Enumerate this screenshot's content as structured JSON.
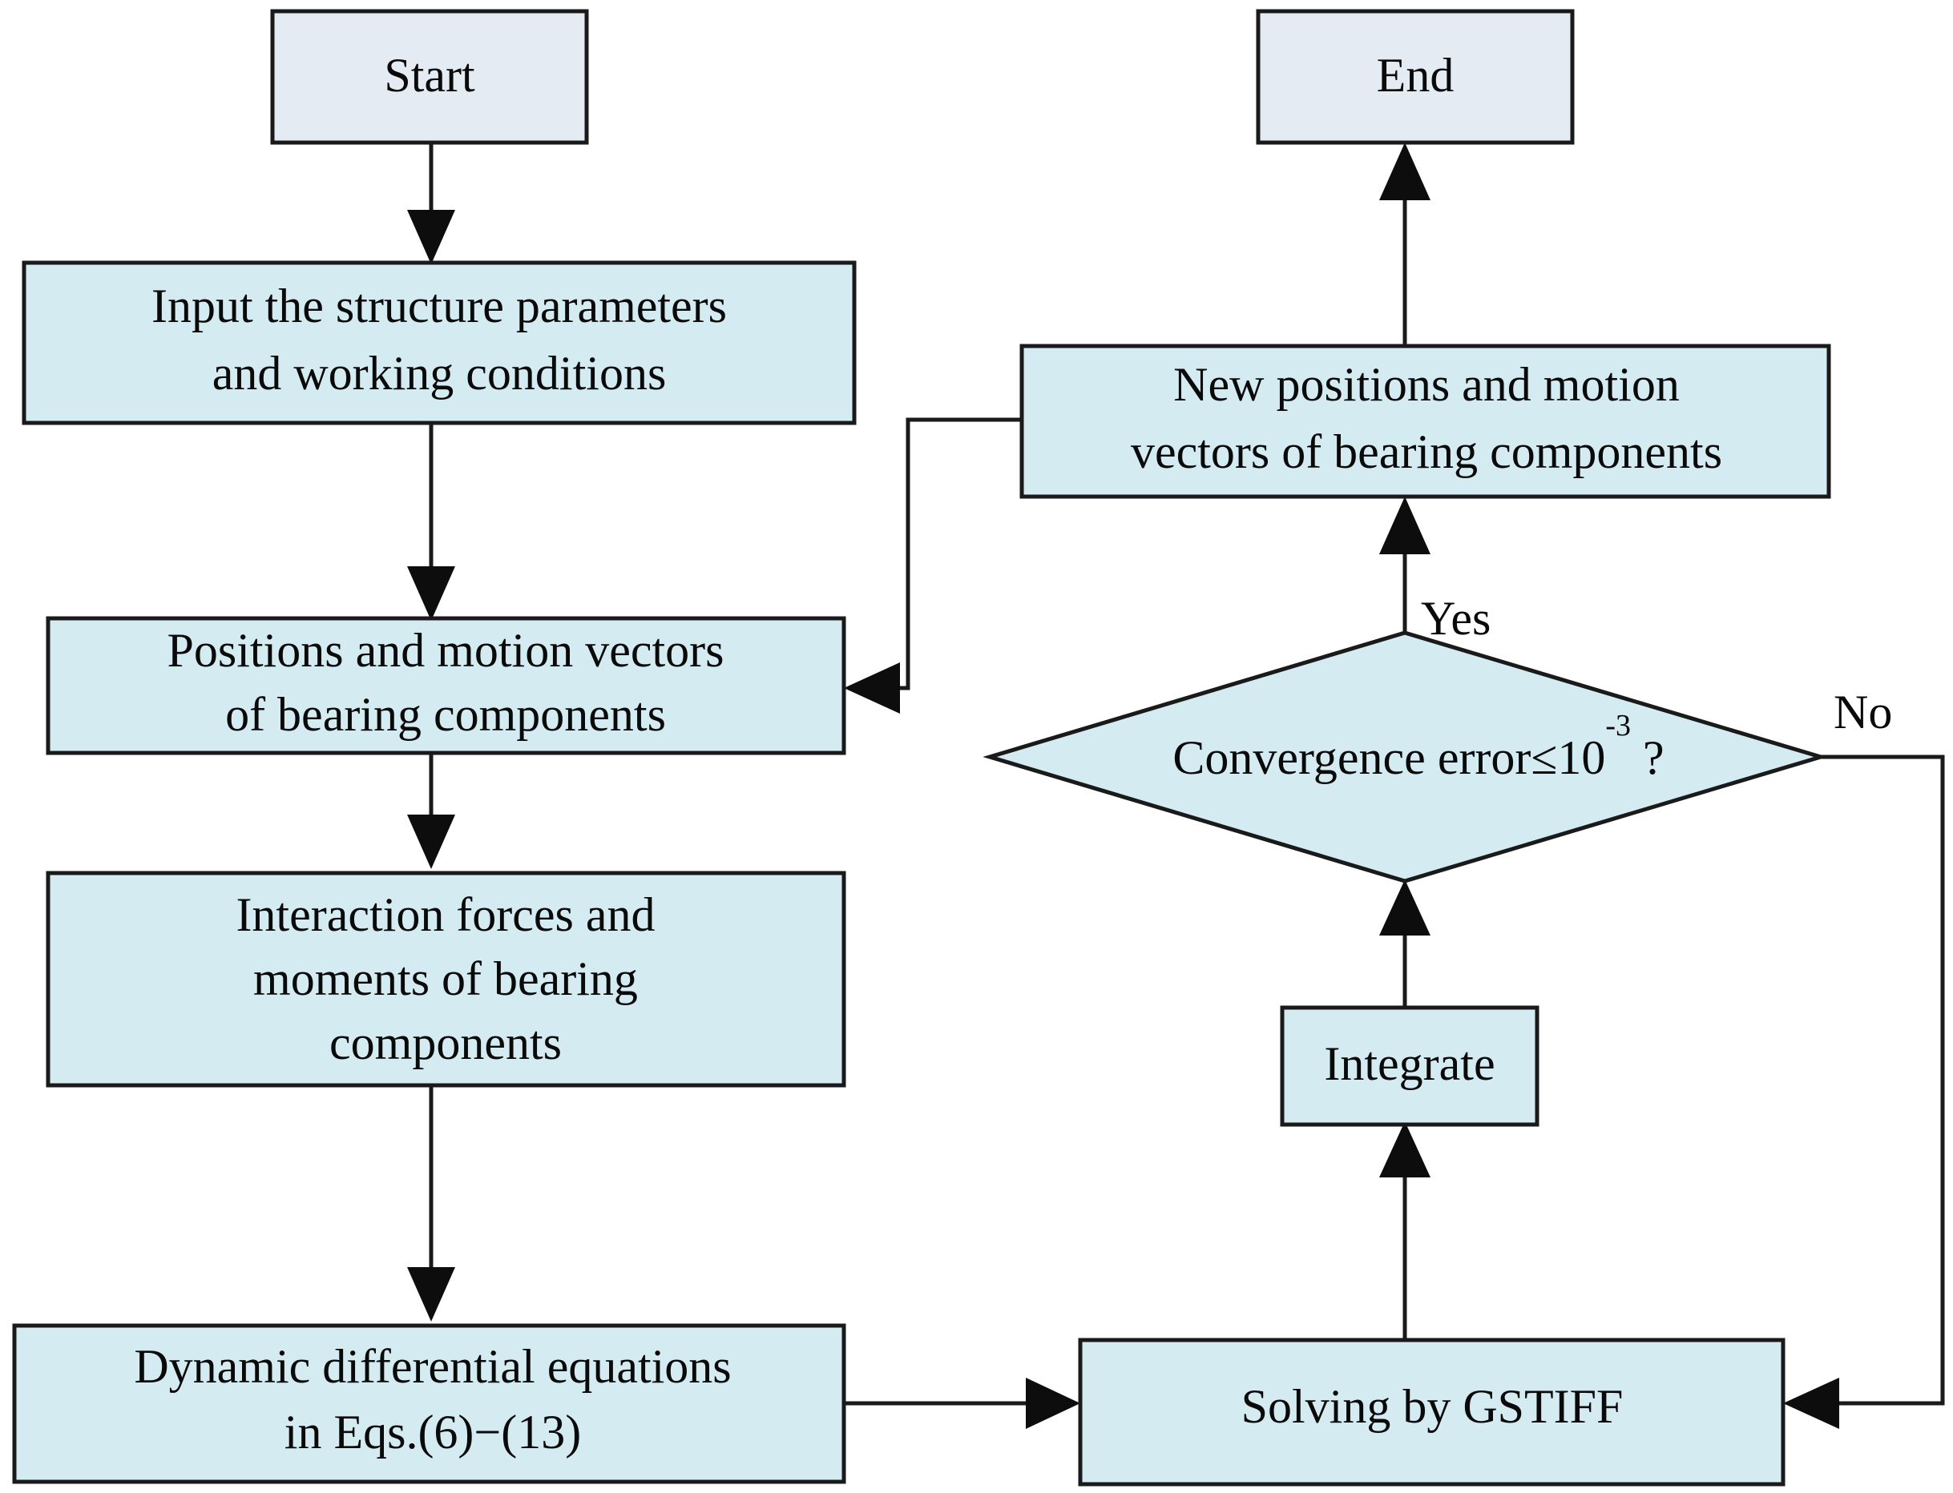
{
  "diagram": {
    "title": "Bearing dynamics simulation flowchart",
    "type": "flowchart",
    "colors": {
      "node_fill": "#d4ebf1",
      "start_fill": "#e5ebf3",
      "stroke": "#1a1a1a",
      "text": "#0a0a0a",
      "background": "#ffffff"
    },
    "nodes": [
      {
        "id": "start",
        "shape": "rectangle",
        "label": "Start",
        "lines": [
          "Start"
        ]
      },
      {
        "id": "input-parameters",
        "shape": "rectangle",
        "label": "Input the structure parameters and working conditions",
        "lines": [
          "Input the structure parameters",
          "and working conditions"
        ]
      },
      {
        "id": "positions-motion-vectors",
        "shape": "rectangle",
        "label": "Positions and motion vectors of bearing components",
        "lines": [
          "Positions and motion vectors",
          "of bearing components"
        ]
      },
      {
        "id": "interaction-forces",
        "shape": "rectangle",
        "label": "Interaction forces and moments of bearing components",
        "lines": [
          "Interaction forces and",
          "moments of bearing",
          "components"
        ]
      },
      {
        "id": "dynamic-equations",
        "shape": "rectangle",
        "label": "Dynamic differential equations in Eqs.(6)−(13)",
        "lines": [
          "Dynamic differential equations",
          "in Eqs.(6)−(13)"
        ]
      },
      {
        "id": "solving-gstiff",
        "shape": "rectangle",
        "label": "Solving by GSTIFF",
        "lines": [
          "Solving by GSTIFF"
        ]
      },
      {
        "id": "integrate",
        "shape": "rectangle",
        "label": "Integrate",
        "lines": [
          "Integrate"
        ]
      },
      {
        "id": "convergence-check",
        "shape": "diamond",
        "label": "Convergence error≤10-3 ?",
        "text_prefix": "Convergence error≤10",
        "text_exponent": "-3",
        "text_suffix": " ?"
      },
      {
        "id": "new-positions",
        "shape": "rectangle",
        "label": "New positions and motion vectors of bearing components",
        "lines": [
          "New positions and motion",
          "vectors of bearing components"
        ]
      },
      {
        "id": "end",
        "shape": "rectangle",
        "label": "End",
        "lines": [
          "End"
        ]
      }
    ],
    "edge_labels": {
      "yes": "Yes",
      "no": "No"
    },
    "edges": [
      {
        "from": "start",
        "to": "input-parameters",
        "label": ""
      },
      {
        "from": "input-parameters",
        "to": "positions-motion-vectors",
        "label": ""
      },
      {
        "from": "positions-motion-vectors",
        "to": "interaction-forces",
        "label": ""
      },
      {
        "from": "interaction-forces",
        "to": "dynamic-equations",
        "label": ""
      },
      {
        "from": "dynamic-equations",
        "to": "solving-gstiff",
        "label": ""
      },
      {
        "from": "solving-gstiff",
        "to": "integrate",
        "label": ""
      },
      {
        "from": "integrate",
        "to": "convergence-check",
        "label": ""
      },
      {
        "from": "convergence-check",
        "to": "new-positions",
        "label": "Yes"
      },
      {
        "from": "convergence-check",
        "to": "solving-gstiff",
        "label": "No"
      },
      {
        "from": "new-positions",
        "to": "end",
        "label": ""
      },
      {
        "from": "new-positions",
        "to": "positions-motion-vectors",
        "label": ""
      }
    ]
  }
}
